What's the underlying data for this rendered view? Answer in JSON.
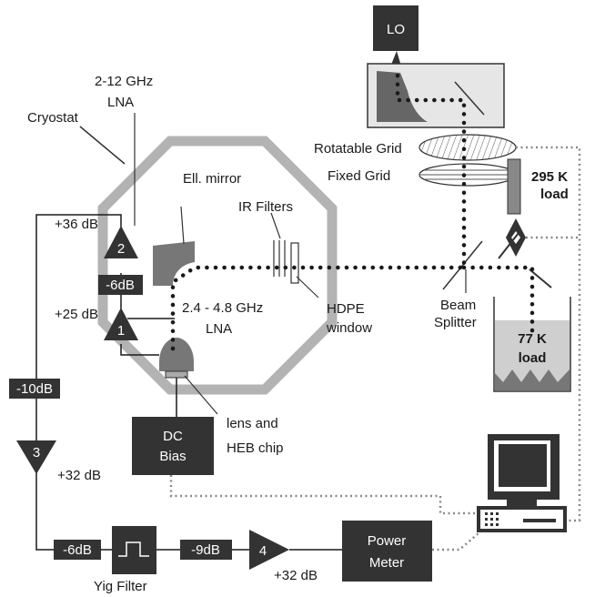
{
  "labels": {
    "lo": "LO",
    "lna_2_12_line1": "2-12 GHz",
    "lna_2_12_line2": "LNA",
    "cryostat": "Cryostat",
    "ell_mirror": "Ell. mirror",
    "ir_filters": "IR Filters",
    "rotatable_grid": "Rotatable Grid",
    "fixed_grid": "Fixed Grid",
    "load_295_line1": "295 K",
    "load_295_line2": "load",
    "gain_36": "+36 dB",
    "amp2_num": "2",
    "att_6db_a": "-6dB",
    "gain_25": "+25 dB",
    "amp1_num": "1",
    "lna_2_4_line1": "2.4 - 4.8 GHz",
    "lna_2_4_line2": "LNA",
    "hdpe_line1": "HDPE",
    "hdpe_line2": "window",
    "beam_splitter_line1": "Beam",
    "beam_splitter_line2": "Splitter",
    "load_77_line1": "77 K",
    "load_77_line2": "load",
    "att_10db": "-10dB",
    "dc_bias_line1": "DC",
    "dc_bias_line2": "Bias",
    "lens_line1": "lens and",
    "lens_line2": "HEB chip",
    "amp3_num": "3",
    "gain_32_a": "+32 dB",
    "att_6db_b": "-6dB",
    "att_9db": "-9dB",
    "amp4_num": "4",
    "power_meter_line1": "Power",
    "power_meter_line2": "Meter",
    "yig_filter": "Yig Filter",
    "gain_32_b": "+32 dB"
  },
  "icons": [
    "computer-icon",
    "lens-icon",
    "amplifier-icon",
    "bandpass-icon",
    "mirror-icon",
    "grid-icon"
  ],
  "colors": {
    "dark": "#333333",
    "cryostat": "#b3b3b3",
    "lo_box": "#e6e6e6",
    "load_box": "#cfcfcf",
    "ctrl_line": "#8a8a8a"
  }
}
